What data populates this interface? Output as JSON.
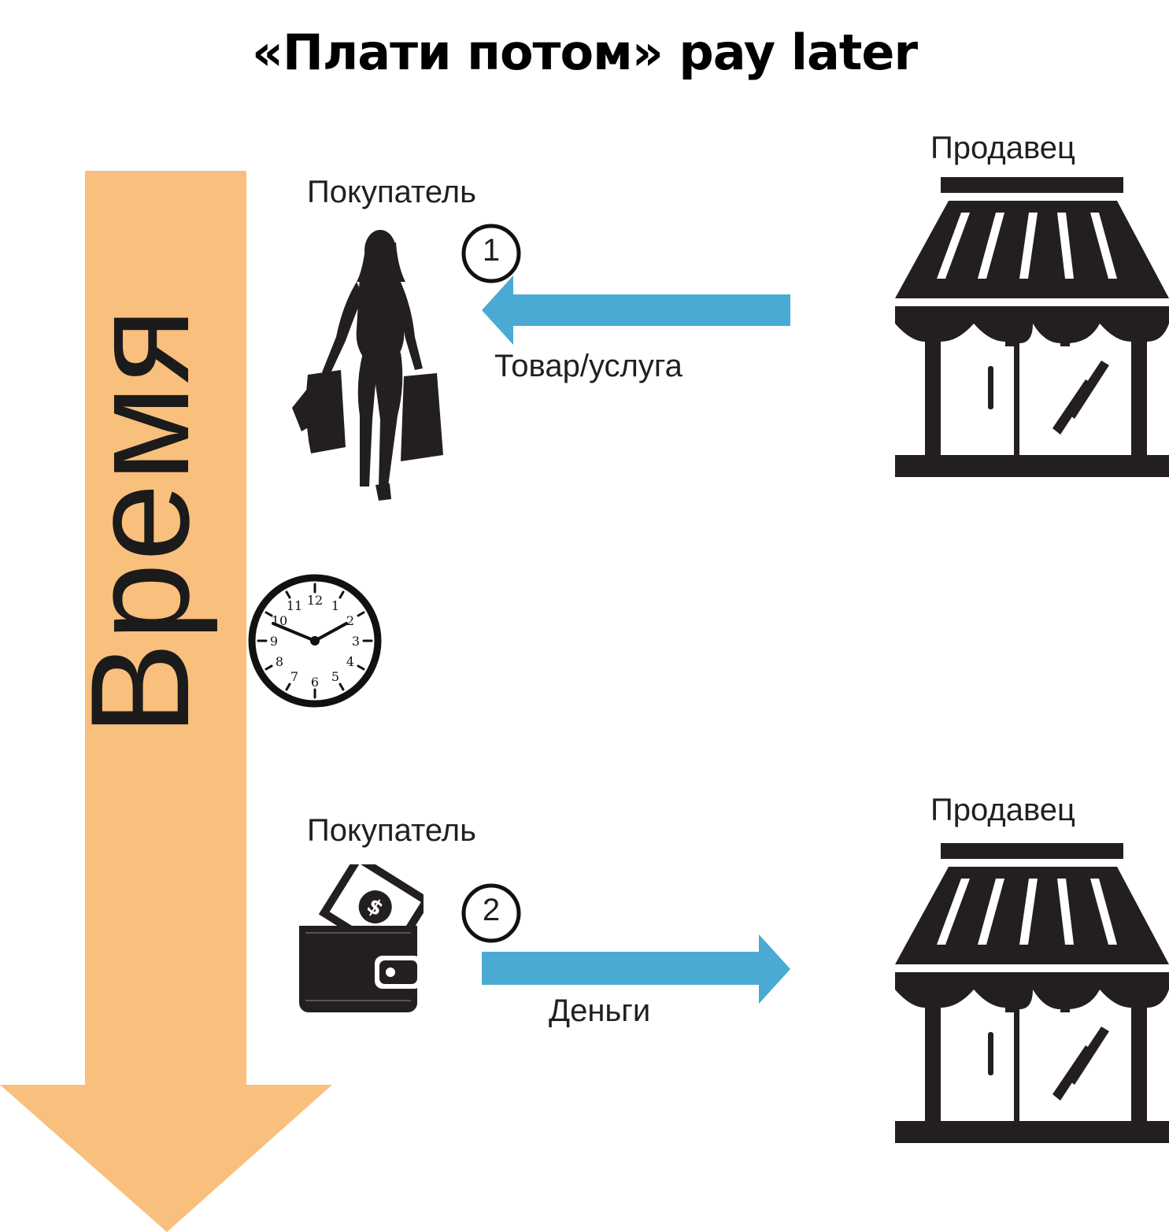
{
  "title": "«Плати потом» pay later",
  "time_axis": {
    "label": "Время",
    "color": "#f9bf7c"
  },
  "steps": [
    {
      "number": "1",
      "buyer_label": "Покупатель",
      "seller_label": "Продавец",
      "flow_label": "Товар/услуга",
      "direction": "seller-to-buyer"
    },
    {
      "number": "2",
      "buyer_label": "Покупатель",
      "seller_label": "Продавец",
      "flow_label": "Деньги",
      "direction": "buyer-to-seller"
    }
  ],
  "clock": {
    "numerals": [
      "12",
      "1",
      "2",
      "3",
      "4",
      "5",
      "6",
      "7",
      "8",
      "9",
      "10",
      "11"
    ]
  },
  "colors": {
    "arrow": "#4aaad3",
    "icon": "#231f20"
  }
}
